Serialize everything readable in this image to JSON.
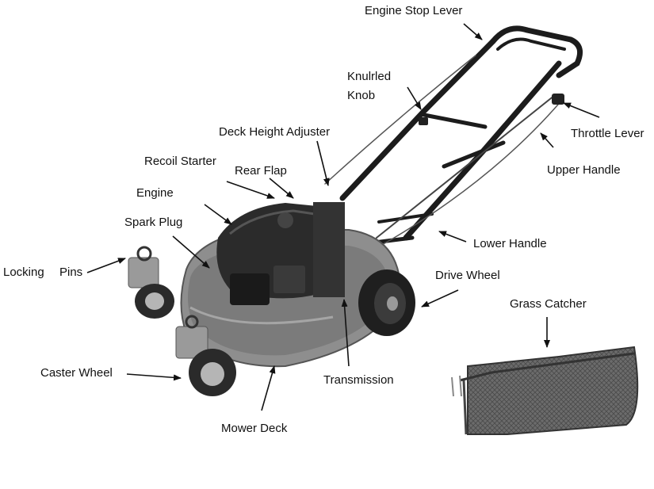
{
  "labels": {
    "engine_stop_lever": "Engine Stop Lever",
    "knurled_knob_line1": "Knulrled",
    "knurled_knob_line2": "Knob",
    "throttle_lever": "Throttle Lever",
    "deck_height_adjuster": "Deck Height Adjuster",
    "upper_handle": "Upper Handle",
    "recoil_starter": "Recoil Starter",
    "rear_flap": "Rear Flap",
    "engine": "Engine",
    "spark_plug": "Spark Plug",
    "locking": "Locking",
    "pins": "Pins",
    "lower_handle": "Lower Handle",
    "drive_wheel": "Drive Wheel",
    "grass_catcher": "Grass Catcher",
    "caster_wheel": "Caster Wheel",
    "transmission": "Transmission",
    "mower_deck": "Mower Deck"
  },
  "colors": {
    "text": "#111111",
    "line": "#111111",
    "deck": "#8a8a8a",
    "engine": "#2a2a2a",
    "catcher": "#5a5a5a"
  }
}
